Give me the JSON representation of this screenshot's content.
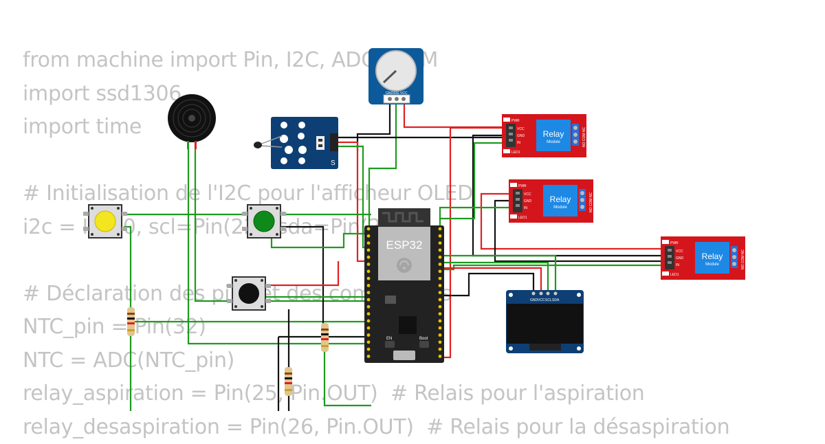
{
  "code_lines": [
    "from machine import Pin, I2C, ADC, PWM",
    "import ssd1306",
    "import time",
    "",
    "# Initialisation de l'I2C pour l'afficheur OLED",
    "i2c = I2C(0, scl=Pin(22), sda=Pin(21))",
    "",
    "# Déclaration des pins et des composants",
    "NTC_pin = Pin(32)",
    "NTC = ADC(NTC_pin)",
    "relay_aspiration = Pin(25, Pin.OUT)  # Relais pour l'aspiration",
    "relay_desaspiration = Pin(26, Pin.OUT)  # Relais pour la désaspiration"
  ],
  "components": {
    "esp32": {
      "label": "ESP32",
      "en_label": "EN",
      "boot_label": "Boot"
    },
    "relays": [
      {
        "title": "Relay",
        "subtitle": "Module",
        "pins": [
          "VCC",
          "GND",
          "IN"
        ],
        "pwr": "PWR",
        "led": "LED1",
        "terminals": "NO COM NC"
      },
      {
        "title": "Relay",
        "subtitle": "Module",
        "pins": [
          "VCC",
          "GND",
          "IN"
        ],
        "pwr": "PWR",
        "led": "LED1",
        "terminals": "NO COM NC"
      },
      {
        "title": "Relay",
        "subtitle": "Module",
        "pins": [
          "VCC",
          "GND",
          "IN"
        ],
        "pwr": "PWR",
        "led": "LED1",
        "terminals": "NO COM NC"
      }
    ],
    "oled": {
      "pins": [
        "GND",
        "VCC",
        "SCL",
        "SDA"
      ]
    },
    "potentiometer": {
      "pins": [
        "GND",
        "SIG",
        "VCC"
      ]
    },
    "ntc_module": {
      "pin_mark": "S"
    },
    "buttons": [
      {
        "color": "yellow"
      },
      {
        "color": "green"
      },
      {
        "color": "black"
      }
    ],
    "buzzer": {
      "color": "black"
    }
  },
  "colors": {
    "wire_green": "#1e9a1e",
    "wire_red": "#e02020",
    "wire_black": "#111111",
    "relay_board": "#d4161c",
    "relay_body": "#1e88e5",
    "oled_board": "#0d3f75",
    "esp32_board": "#222222",
    "ntc_board": "#0d3f75"
  }
}
